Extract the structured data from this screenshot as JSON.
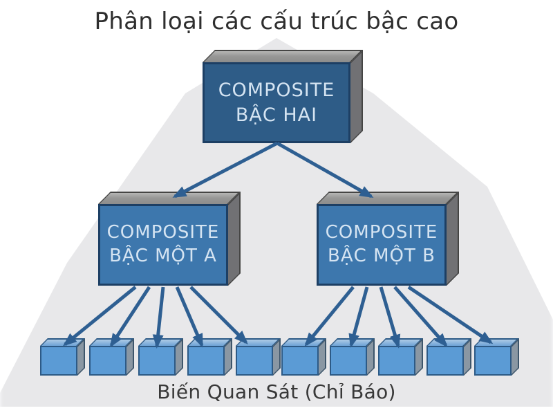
{
  "title": "Phân loại các cấu trúc bậc cao",
  "diagram": {
    "type": "hierarchy",
    "nodes": [
      {
        "id": "second-order",
        "level": 1,
        "line1": "COMPOSITE",
        "line2": "BẬC HAI",
        "label": "COMPOSITE BẬC HAI"
      },
      {
        "id": "first-order-a",
        "level": 2,
        "line1": "COMPOSITE",
        "line2": "BẬC MỘT A",
        "label": "COMPOSITE BẬC MỘT A"
      },
      {
        "id": "first-order-b",
        "level": 2,
        "line1": "COMPOSITE",
        "line2": "BẬC MỘT B",
        "label": "COMPOSITE BẬC MỘT B"
      },
      {
        "id": "observed-indicators",
        "level": 3,
        "count": 10,
        "label": "Biến Quan Sát (Chỉ Báo)"
      }
    ],
    "edges": [
      {
        "from": "second-order",
        "to": "first-order-a"
      },
      {
        "from": "second-order",
        "to": "first-order-b"
      },
      {
        "from": "first-order-a",
        "to": "obs-1"
      },
      {
        "from": "first-order-a",
        "to": "obs-2"
      },
      {
        "from": "first-order-a",
        "to": "obs-3"
      },
      {
        "from": "first-order-a",
        "to": "obs-4"
      },
      {
        "from": "first-order-a",
        "to": "obs-5"
      },
      {
        "from": "first-order-b",
        "to": "obs-6"
      },
      {
        "from": "first-order-b",
        "to": "obs-7"
      },
      {
        "from": "first-order-b",
        "to": "obs-8"
      },
      {
        "from": "first-order-b",
        "to": "obs-9"
      },
      {
        "from": "first-order-b",
        "to": "obs-10"
      }
    ],
    "colors": {
      "second_order_front": "#2e5c87",
      "first_order_front": "#3d77ad",
      "observed_front": "#5b9bd5",
      "arrow": "#2e5f92",
      "pyramid_background": "#e8e8ea",
      "title_text": "#2e2e2e",
      "box_text": "#d5e4f2"
    }
  }
}
